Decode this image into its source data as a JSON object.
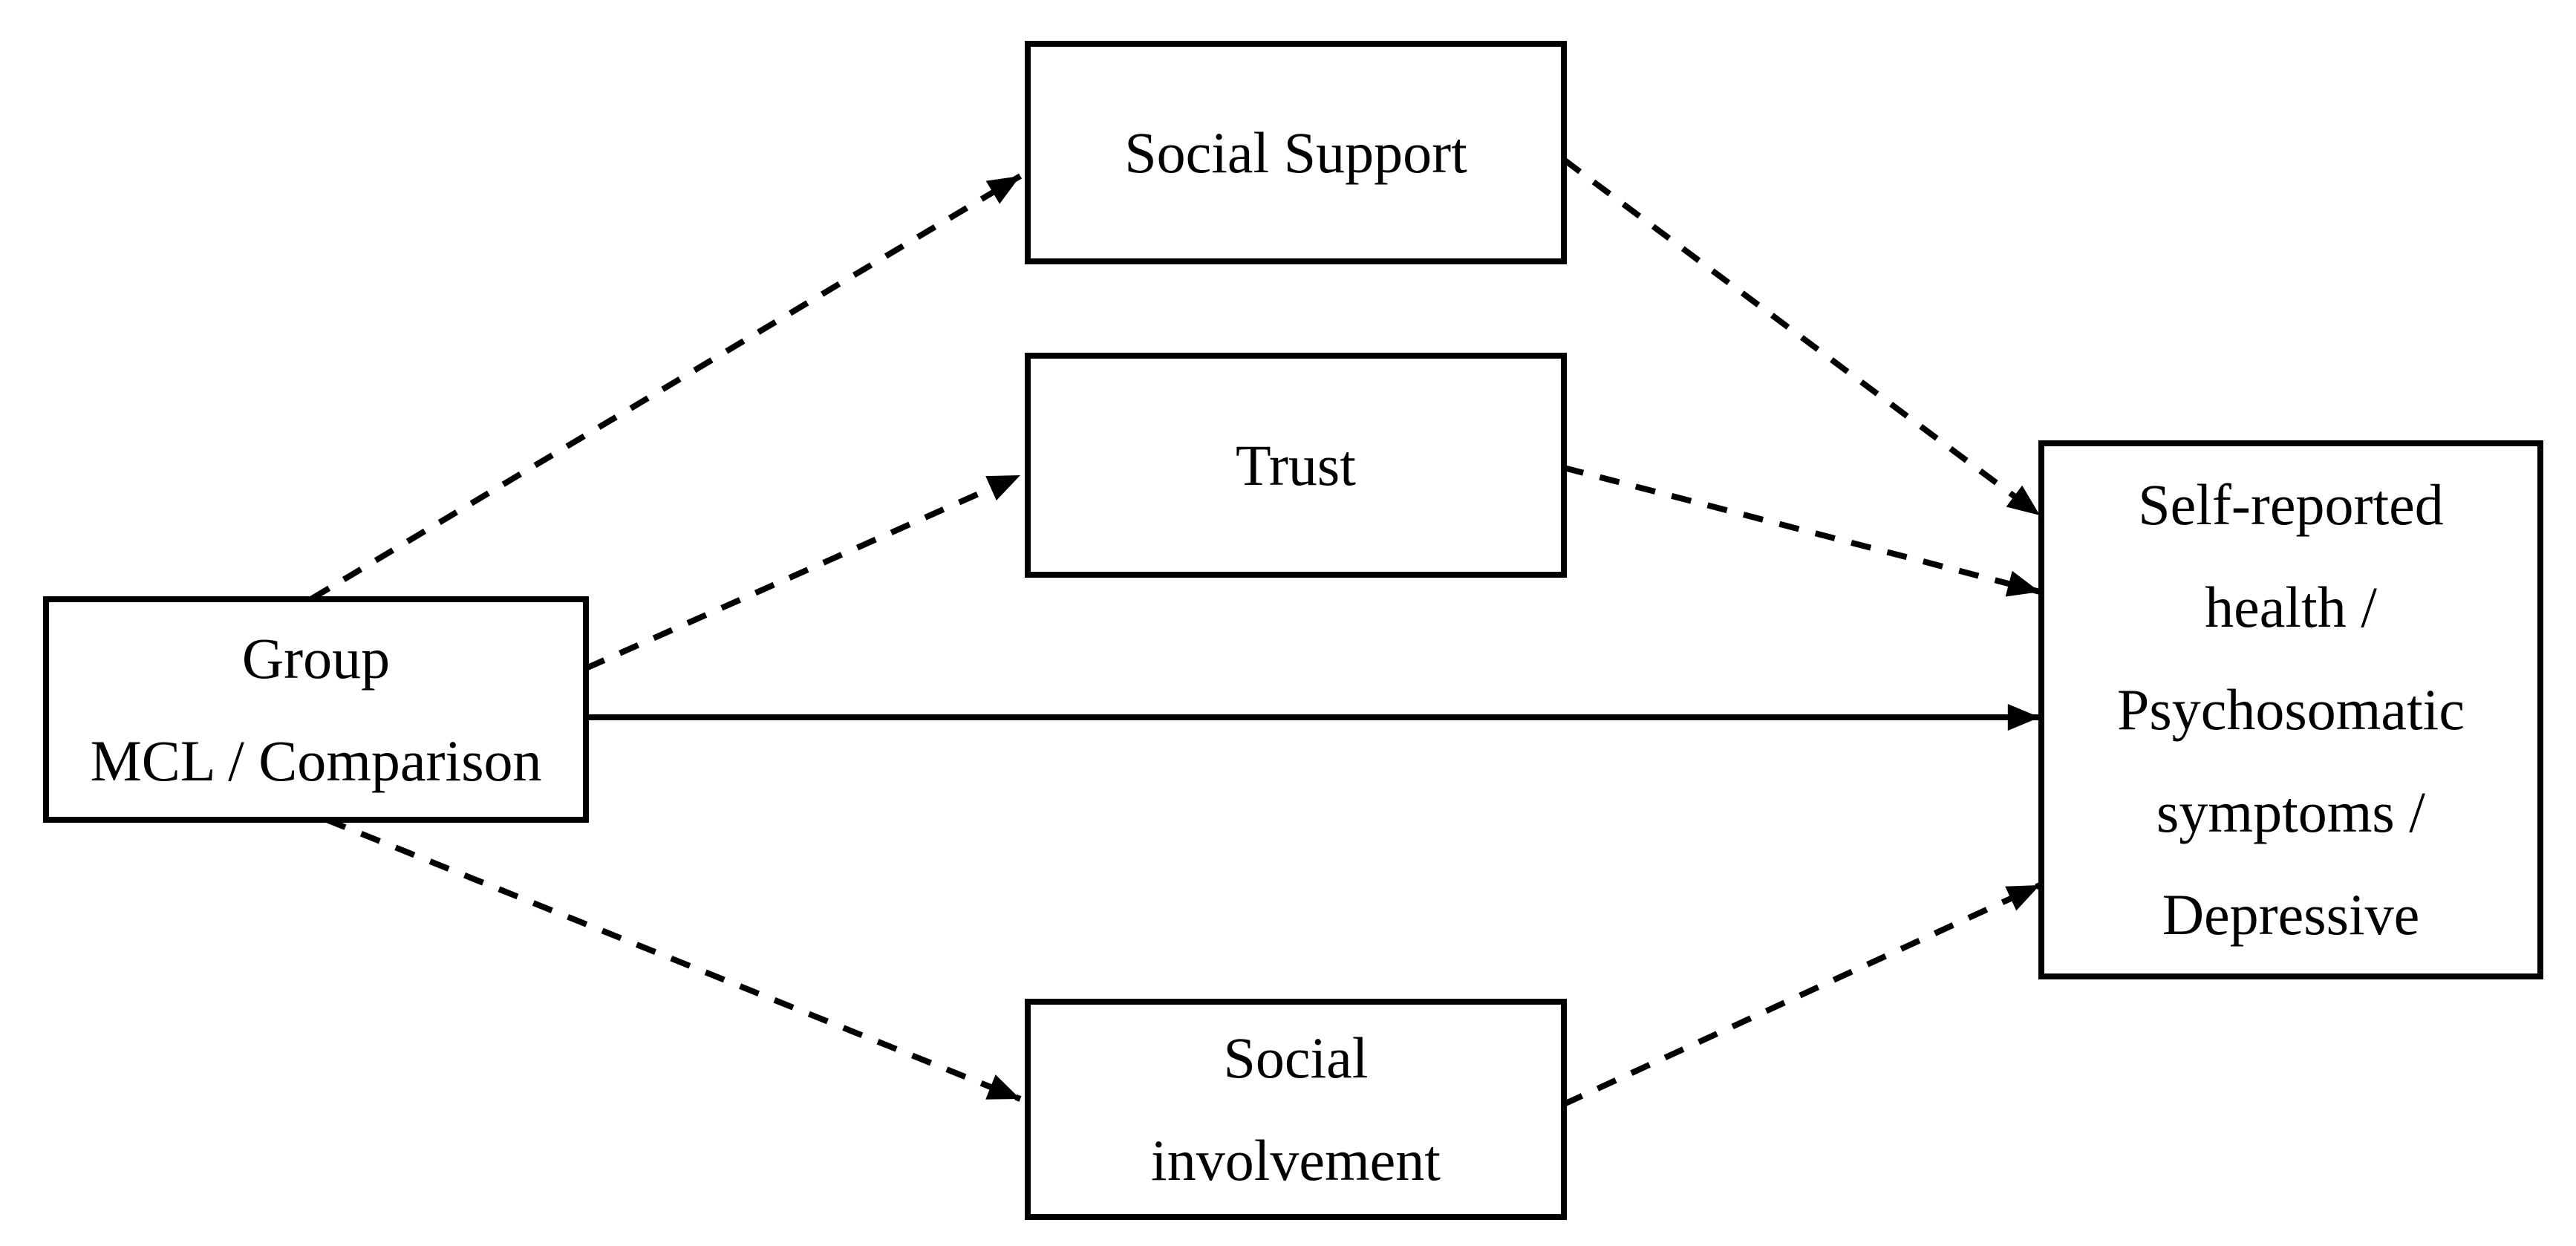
{
  "diagram_type": "mediation-path-diagram",
  "colors": {
    "background": "#ffffff",
    "line": "#000000",
    "text": "#000000"
  },
  "nodes": {
    "group": {
      "lines": [
        "Group",
        "MCL / Comparison"
      ]
    },
    "social_support": {
      "lines": [
        "Social Support"
      ]
    },
    "trust": {
      "lines": [
        "Trust"
      ]
    },
    "social_involvement": {
      "lines": [
        "Social",
        "involvement"
      ]
    },
    "outcome": {
      "lines": [
        "Self-reported",
        "health /",
        "Psychosomatic",
        "symptoms /",
        "Depressive"
      ]
    }
  },
  "edges": [
    {
      "from": "group",
      "to": "social_support",
      "style": "dashed"
    },
    {
      "from": "group",
      "to": "trust",
      "style": "dashed"
    },
    {
      "from": "group",
      "to": "outcome",
      "style": "solid"
    },
    {
      "from": "group",
      "to": "social_involvement",
      "style": "dashed"
    },
    {
      "from": "social_support",
      "to": "outcome",
      "style": "dashed"
    },
    {
      "from": "trust",
      "to": "outcome",
      "style": "dashed"
    },
    {
      "from": "social_involvement",
      "to": "outcome",
      "style": "dashed"
    }
  ]
}
